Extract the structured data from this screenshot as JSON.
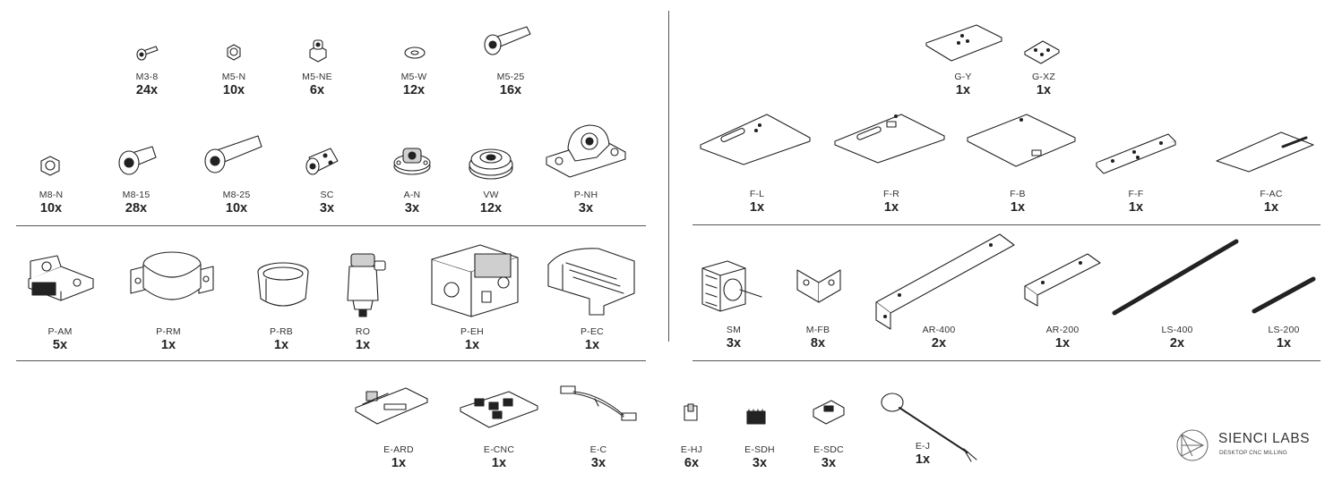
{
  "parts": [
    {
      "id": "m3_8",
      "code": "M3-8",
      "qty": "24x",
      "icon": "small-bolt"
    },
    {
      "id": "m5_n",
      "code": "M5-N",
      "qty": "10x",
      "icon": "hex-nut"
    },
    {
      "id": "m5_ne",
      "code": "M5-NE",
      "qty": "6x",
      "icon": "eccentric-nut"
    },
    {
      "id": "m5_w",
      "code": "M5-W",
      "qty": "12x",
      "icon": "washer"
    },
    {
      "id": "m5_25",
      "code": "M5-25",
      "qty": "16x",
      "icon": "bolt"
    },
    {
      "id": "m8_n",
      "code": "M8-N",
      "qty": "10x",
      "icon": "hex-nut"
    },
    {
      "id": "m8_15",
      "code": "M8-15",
      "qty": "28x",
      "icon": "bolt"
    },
    {
      "id": "m8_25",
      "code": "M8-25",
      "qty": "10x",
      "icon": "bolt"
    },
    {
      "id": "sc",
      "code": "SC",
      "qty": "3x",
      "icon": "shaft-coupler"
    },
    {
      "id": "a_n",
      "code": "A-N",
      "qty": "3x",
      "icon": "anti-backlash-nut"
    },
    {
      "id": "vw",
      "code": "VW",
      "qty": "12x",
      "icon": "v-wheel"
    },
    {
      "id": "p_nh",
      "code": "P-NH",
      "qty": "3x",
      "icon": "nut-holder"
    },
    {
      "id": "p_am",
      "code": "P-AM",
      "qty": "5x",
      "icon": "axis-mount"
    },
    {
      "id": "p_rm",
      "code": "P-RM",
      "qty": "1x",
      "icon": "router-mount"
    },
    {
      "id": "p_rb",
      "code": "P-RB",
      "qty": "1x",
      "icon": "router-bushing"
    },
    {
      "id": "ro",
      "code": "RO",
      "qty": "1x",
      "icon": "router"
    },
    {
      "id": "p_eh",
      "code": "P-EH",
      "qty": "1x",
      "icon": "electronics-housing"
    },
    {
      "id": "p_ec",
      "code": "P-EC",
      "qty": "1x",
      "icon": "electronics-cover"
    },
    {
      "id": "g_y",
      "code": "G-Y",
      "qty": "1x",
      "icon": "gantry-plate"
    },
    {
      "id": "g_xz",
      "code": "G-XZ",
      "qty": "1x",
      "icon": "gantry-plate-small"
    },
    {
      "id": "f_l",
      "code": "F-L",
      "qty": "1x",
      "icon": "frame-plate"
    },
    {
      "id": "f_r",
      "code": "F-R",
      "qty": "1x",
      "icon": "frame-plate"
    },
    {
      "id": "f_b",
      "code": "F-B",
      "qty": "1x",
      "icon": "frame-plate"
    },
    {
      "id": "f_f",
      "code": "F-F",
      "qty": "1x",
      "icon": "frame-bar"
    },
    {
      "id": "f_ac",
      "code": "F-AC",
      "qty": "1x",
      "icon": "acrylic-panel"
    },
    {
      "id": "sm",
      "code": "SM",
      "qty": "3x",
      "icon": "stepper-motor"
    },
    {
      "id": "m_fb",
      "code": "M-FB",
      "qty": "8x",
      "icon": "corner-bracket"
    },
    {
      "id": "ar_400",
      "code": "AR-400",
      "qty": "2x",
      "icon": "angle-rail"
    },
    {
      "id": "ar_200",
      "code": "AR-200",
      "qty": "1x",
      "icon": "angle-rail-short"
    },
    {
      "id": "ls_400",
      "code": "LS-400",
      "qty": "2x",
      "icon": "lead-screw"
    },
    {
      "id": "ls_200",
      "code": "LS-200",
      "qty": "1x",
      "icon": "lead-screw-short"
    },
    {
      "id": "e_ard",
      "code": "E-ARD",
      "qty": "1x",
      "icon": "arduino-board"
    },
    {
      "id": "e_cnc",
      "code": "E-CNC",
      "qty": "1x",
      "icon": "cnc-shield"
    },
    {
      "id": "e_c",
      "code": "E-C",
      "qty": "3x",
      "icon": "cable"
    },
    {
      "id": "e_hj",
      "code": "E-HJ",
      "qty": "6x",
      "icon": "jumper"
    },
    {
      "id": "e_sdh",
      "code": "E-SDH",
      "qty": "3x",
      "icon": "heatsink"
    },
    {
      "id": "e_sdc",
      "code": "E-SDC",
      "qty": "3x",
      "icon": "stepper-driver"
    },
    {
      "id": "e_j",
      "code": "E-J",
      "qty": "1x",
      "icon": "probe"
    }
  ],
  "logo": {
    "name": "SIENCI LABS",
    "tagline": "DESKTOP CNC MILLING",
    "icon": "sienci-logo-icon"
  }
}
